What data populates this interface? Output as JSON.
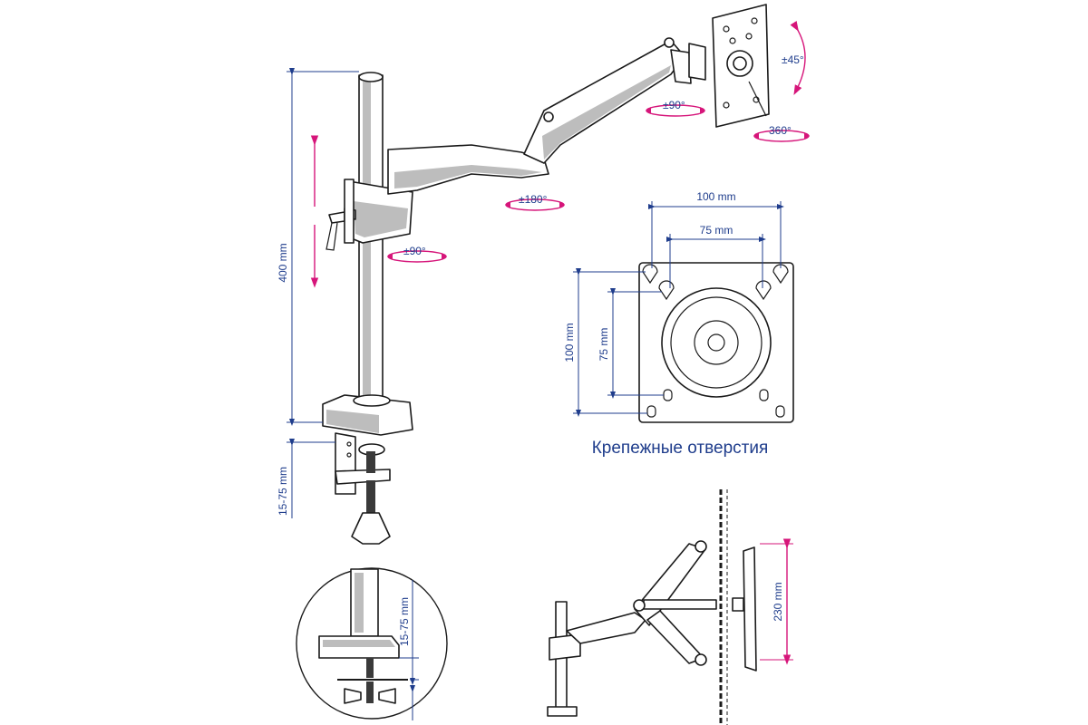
{
  "labels": {
    "pole_height": "400 mm",
    "clamp_range": "15-75 mm",
    "detail_clamp_range": "15-75 mm",
    "vesa_outer_w": "100 mm",
    "vesa_inner_w": "75 mm",
    "vesa_outer_h": "100 mm",
    "vesa_inner_h": "75 mm",
    "height_adjust": "230 mm"
  },
  "rotations": {
    "tilt": "±45°",
    "head_swivel": "±90°",
    "rotate": "360°",
    "arm_swivel": "±180°",
    "base_swivel": "±90°"
  },
  "caption": "Крепежные отверстия",
  "colors": {
    "dimension": "#1f3d8c",
    "rotation": "#d6157a",
    "outline": "#1a1a1a"
  }
}
